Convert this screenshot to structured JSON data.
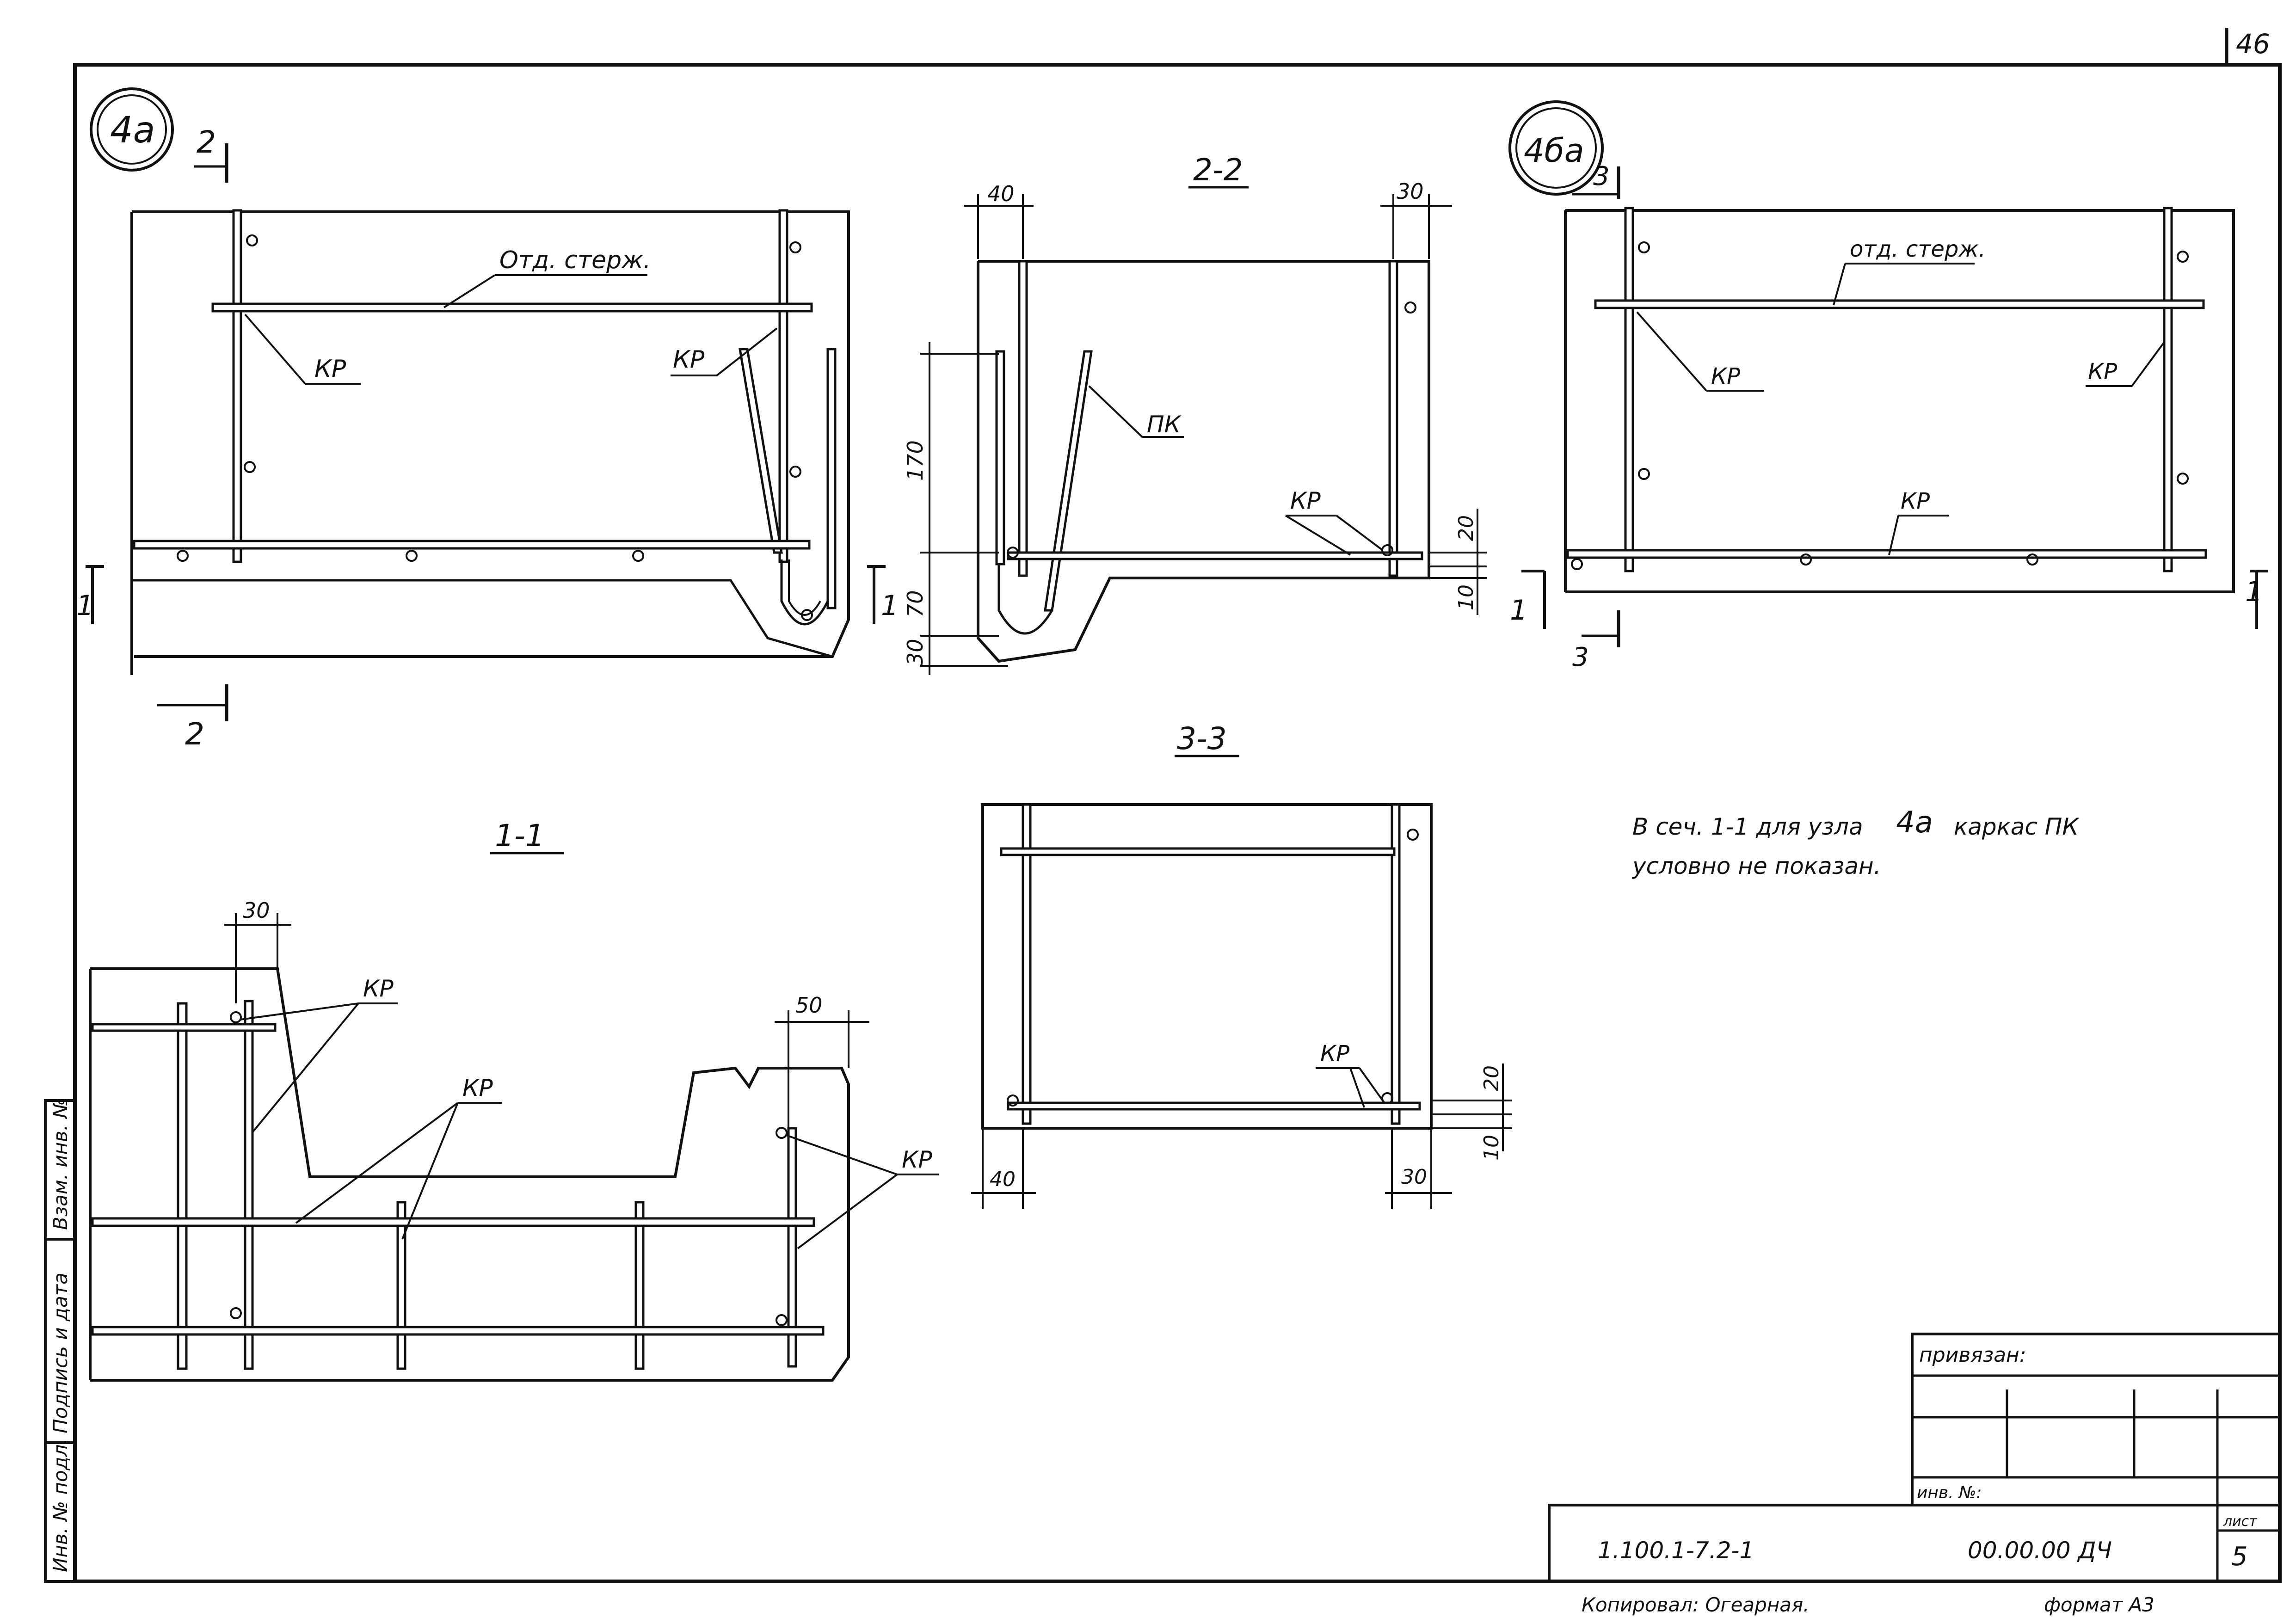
{
  "sheet": {
    "corner_number": "46",
    "sheet_label": "лист",
    "sheet_value": "5",
    "doc_code": "1.100.1-7.2-1",
    "doc_mark": "00.00.00 ДЧ",
    "bound_label": "привязан:",
    "inv_label": "инв. №:",
    "copied": "Копировал: Огеарная.",
    "format": "формат А3",
    "side_labels": [
      "Взам. инв. №",
      "Подпись и дата",
      "Инв. № подл."
    ],
    "note_line1": "В сеч. 1-1 для узла",
    "note_node": "4а",
    "note_line1b": "каркас ПК",
    "note_line2": "условно не показан."
  },
  "nodes": {
    "node_4a": "4а",
    "node_4ba": "4ба"
  },
  "sections": {
    "s22": "2-2",
    "s33": "3-3",
    "s11": "1-1"
  },
  "marks": {
    "cut1": "1",
    "cut2": "2",
    "cut3": "3",
    "kr": "КР",
    "pk": "ПК",
    "separate_bar": "Отд. стерж.",
    "separate_bar_b": "отд. стерж."
  },
  "dims": {
    "d40": "40",
    "d30": "30",
    "d170": "170",
    "d70": "70",
    "d20": "20",
    "d10": "10",
    "d50": "50"
  }
}
